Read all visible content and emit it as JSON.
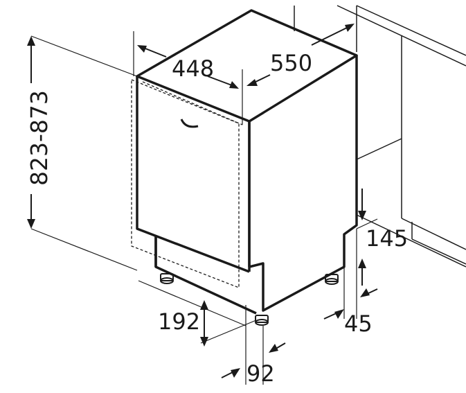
{
  "diagram": {
    "colors": {
      "ink": "#1a1a1a",
      "background": "#ffffff"
    },
    "dimensions": {
      "width": "448",
      "depth": "550",
      "height_range": "823-873",
      "plinth_height": "145",
      "plinth_min": "45",
      "door_offset": "192",
      "foot_depth": "92"
    }
  }
}
